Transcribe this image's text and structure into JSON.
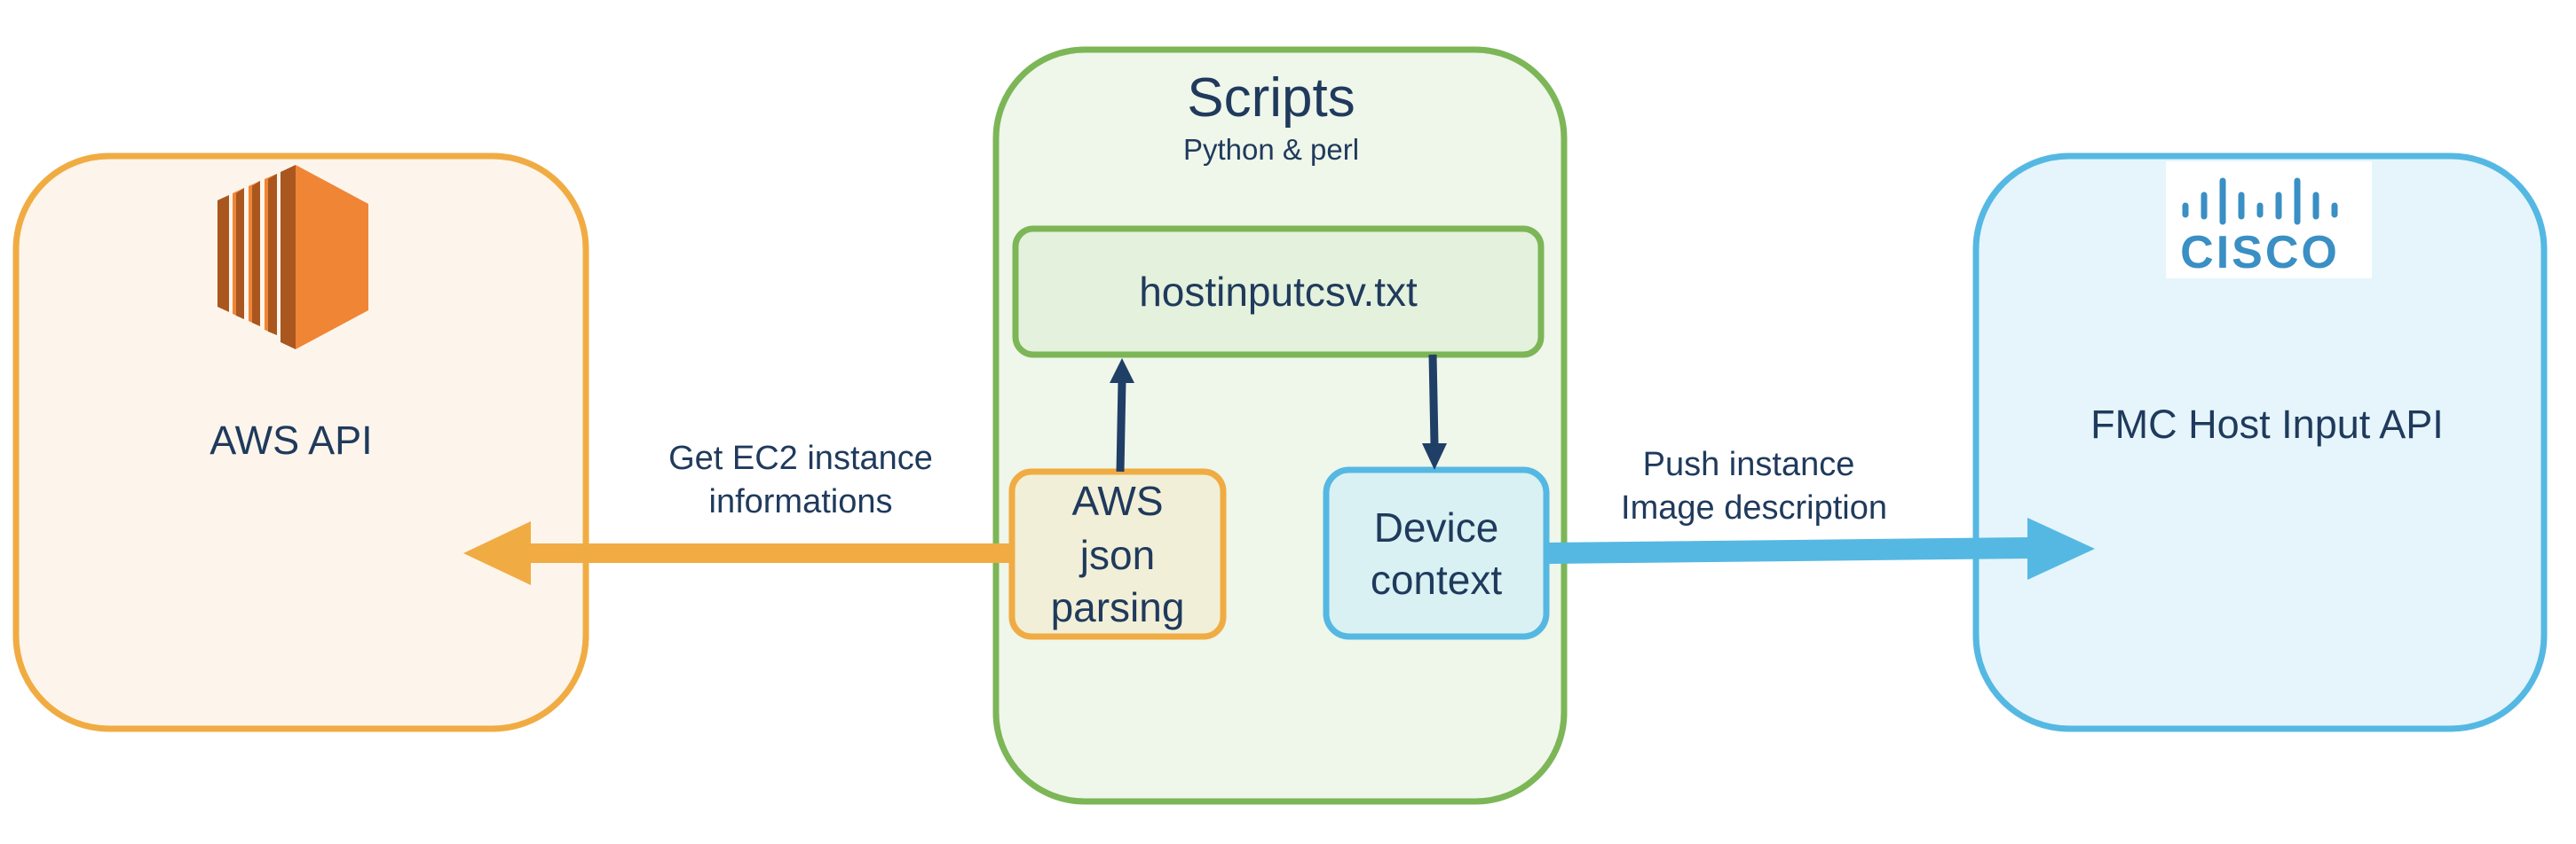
{
  "colors": {
    "aws_orange": "#f0ac43",
    "aws_fill": "#fdf5eb",
    "scripts_green": "#7cb657",
    "scripts_fill": "#eff6ea",
    "csv_fill": "#e4f1dc",
    "cisco_blue": "#55b8e3",
    "cisco_fill": "#e5f5fb",
    "parse_fill": "#f1efd7",
    "device_fill": "#d9f1f3",
    "text_navy": "#1f3a5c",
    "arrow_navy": "#203f67",
    "aws_logo_orange": "#f08536",
    "aws_logo_dark": "#a9571f",
    "cisco_logo_blue": "#3a8fc4"
  },
  "aws_box": {
    "label": "AWS API",
    "icon": "aws-ec2-logo-icon"
  },
  "scripts_box": {
    "title": "Scripts",
    "subtitle": "Python & perl",
    "csv_file": "hostinputcsv.txt",
    "parser": {
      "lines": [
        "AWS",
        "json",
        "parsing"
      ]
    },
    "device": {
      "lines": [
        "Device",
        "context"
      ]
    }
  },
  "fmc_box": {
    "label": "FMC Host Input API",
    "logo": "cisco-logo-icon",
    "logo_text": "CISCO"
  },
  "arrows": {
    "left": {
      "lines": [
        "Get EC2 instance",
        "informations"
      ]
    },
    "right": {
      "lines": [
        "Push instance",
        "Image description"
      ]
    }
  }
}
